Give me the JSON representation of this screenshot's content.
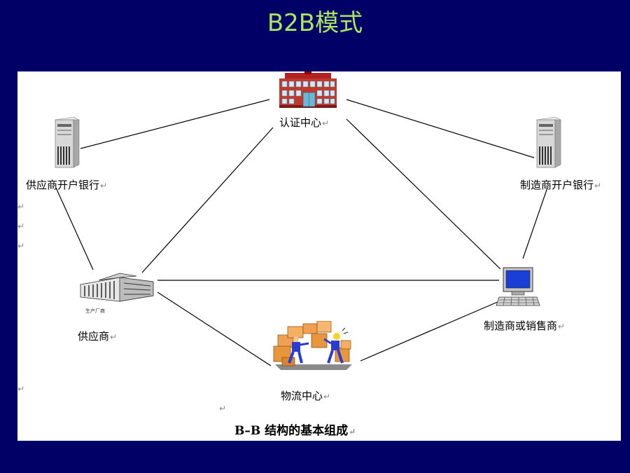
{
  "title": "B2B模式",
  "nodes": {
    "cert_center": "认证中心",
    "supplier_bank": "供应商开户银行",
    "manufacturer_bank": "制造商开户银行",
    "supplier": "供应商",
    "supplier_sign": "生产厂商",
    "manufacturer_retailer": "制造商或销售商",
    "logistics_center": "物流中心"
  },
  "caption": "B–B 结构的基本组成",
  "return_mark": "↵",
  "icons": {
    "cert_center": "building-icon",
    "supplier_bank": "server-icon",
    "manufacturer_bank": "server-icon",
    "supplier": "factory-icon",
    "manufacturer_retailer": "computer-icon",
    "logistics_center": "warehouse-workers-icon"
  }
}
